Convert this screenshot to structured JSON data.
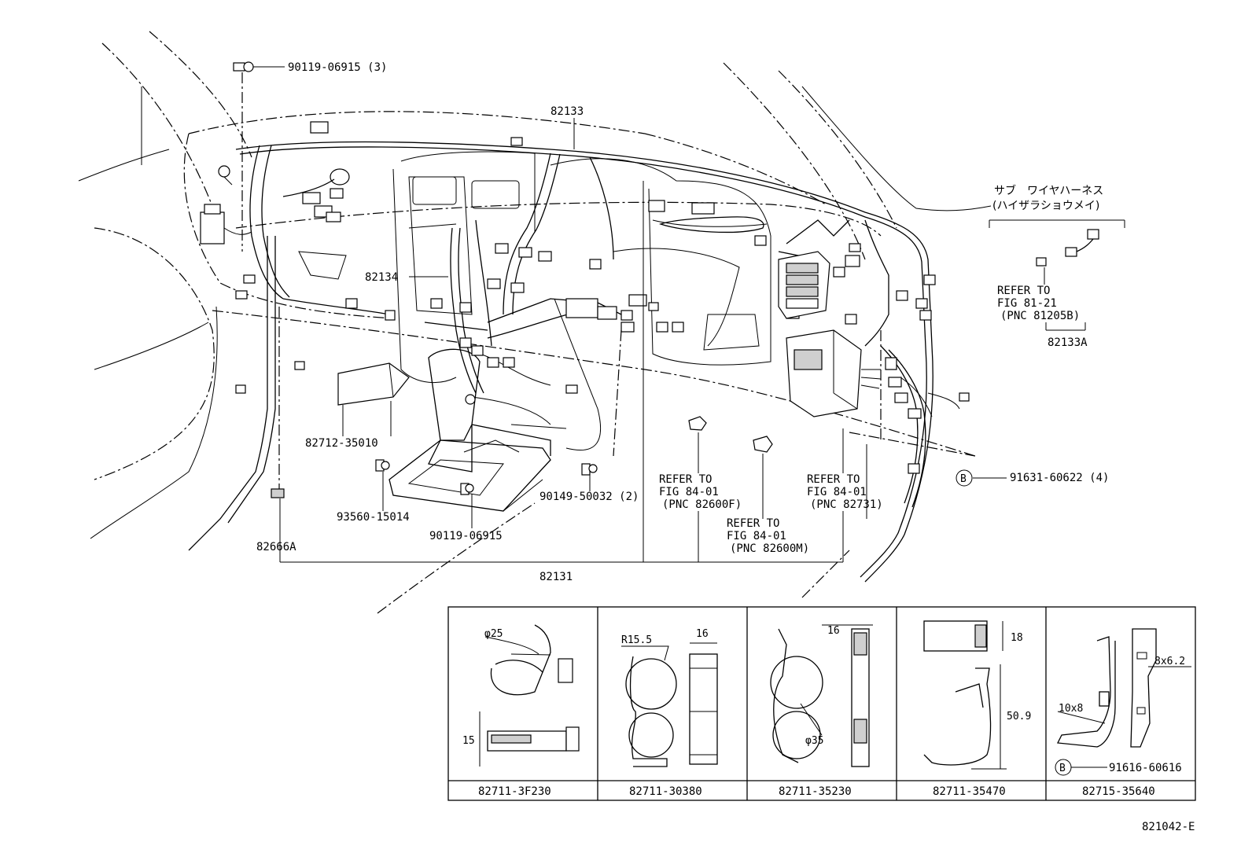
{
  "labels": {
    "bolt_top": "90119-06915 (3)",
    "harness_main_top": "82133",
    "harness_instrument": "82134",
    "cover": "82712-35010",
    "bolt_93560": "93560-15014",
    "bolt_bottom": "90119-06915",
    "connector_82666A": "82666A",
    "harness_82131": "82131",
    "bolt_90149": "90149-50032 (2)",
    "clip_91631": "91631-60622 (4)",
    "sub_harness_82133A": "82133A",
    "figure_id": "821042-E",
    "circle_b": "B"
  },
  "sub_harness": {
    "jp_line1": "サブ　ワイヤハーネス",
    "jp_line2": "(ハイザラショウメイ)",
    "refer_line1": "REFER TO",
    "refer_line2": "FIG 81-21",
    "refer_line3": "(PNC 81205B)"
  },
  "refers": [
    {
      "line1": "REFER TO",
      "line2": "FIG 84-01",
      "line3": "(PNC 82600F)"
    },
    {
      "line1": "REFER TO",
      "line2": "FIG 84-01",
      "line3": "(PNC 82600M)"
    },
    {
      "line1": "REFER TO",
      "line2": "FIG 84-01",
      "line3": "(PNC 82731)"
    }
  ],
  "clip_table": {
    "cells": [
      {
        "part_no": "82711-3F230",
        "dims": [
          "φ25",
          "15"
        ]
      },
      {
        "part_no": "82711-30380",
        "dims": [
          "R15.5",
          "16"
        ]
      },
      {
        "part_no": "82711-35230",
        "dims": [
          "16",
          "φ35"
        ]
      },
      {
        "part_no": "82711-35470",
        "dims": [
          "18",
          "50.9"
        ]
      },
      {
        "part_no": "82715-35640",
        "dims": [
          "8x6.2",
          "10x8",
          "91616-60616"
        ]
      }
    ]
  }
}
